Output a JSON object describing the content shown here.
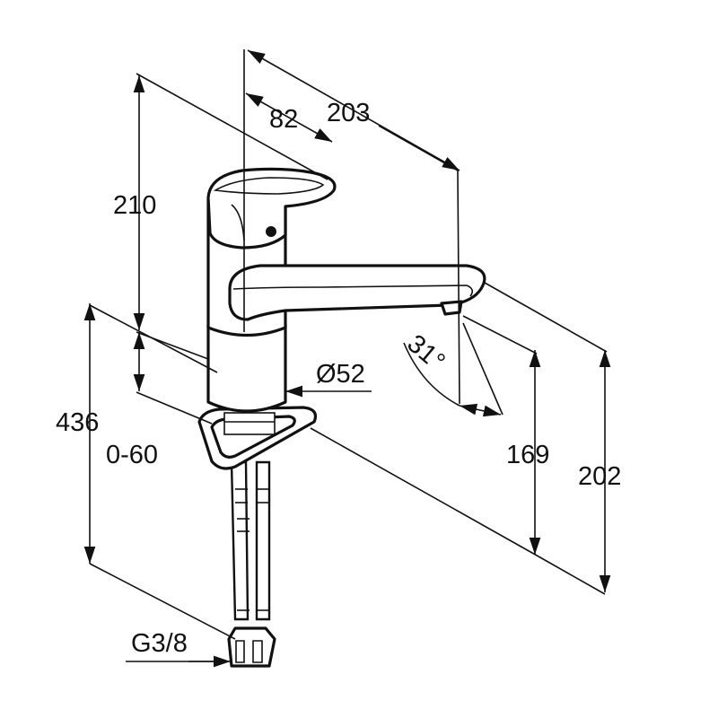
{
  "dimensions": {
    "width_top": "203",
    "handle_reach": "82",
    "height_upper": "210",
    "height_total": "436",
    "deck_thickness": "0-60",
    "base_diameter": "Ø52",
    "swivel_angle": "31°",
    "spout_height": "169",
    "spout_reach": "202",
    "connection_thread": "G3/8"
  }
}
